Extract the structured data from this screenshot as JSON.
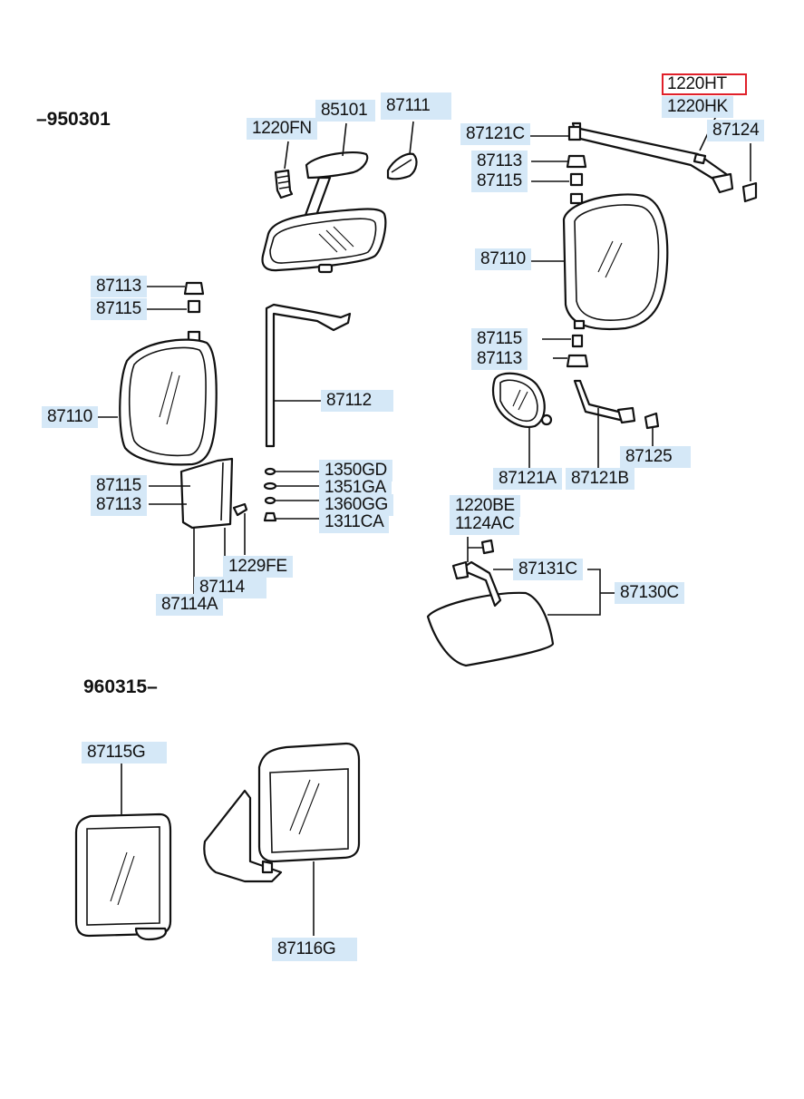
{
  "ranges": {
    "top": "–950301",
    "bottom": "960315–"
  },
  "callouts": {
    "c1220FN": "1220FN",
    "c85101": "85101",
    "c87111": "87111",
    "c1220HT": "1220HT",
    "c1220HK": "1220HK",
    "c87121C": "87121C",
    "c87124": "87124",
    "c87113_r1": "87113",
    "c87115_r1": "87115",
    "c87110_r": "87110",
    "c87115_r2": "87115",
    "c87113_r2": "87113",
    "c87121A": "87121A",
    "c87121B": "87121B",
    "c87125": "87125",
    "c87113_l1": "87113",
    "c87115_l1": "87115",
    "c87110_l": "87110",
    "c87112": "87112",
    "c87115_l2": "87115",
    "c87113_l2": "87113",
    "c1350GD": "1350GD",
    "c1351GA": "1351GA",
    "c1360GG": "1360GG",
    "c1311CA": "1311CA",
    "c1229FE": "1229FE",
    "c87114": "87114",
    "c87114A": "87114A",
    "c1220BE": "1220BE",
    "c1124AC": "1124AC",
    "c87131C": "87131C",
    "c87130C": "87130C",
    "c87115G": "87115G",
    "c87116G": "87116G"
  },
  "highlight": {
    "selected": "1220HT",
    "color": "#e0202a"
  },
  "colors": {
    "label_bg": "#d5e8f7",
    "line": "#111111"
  }
}
